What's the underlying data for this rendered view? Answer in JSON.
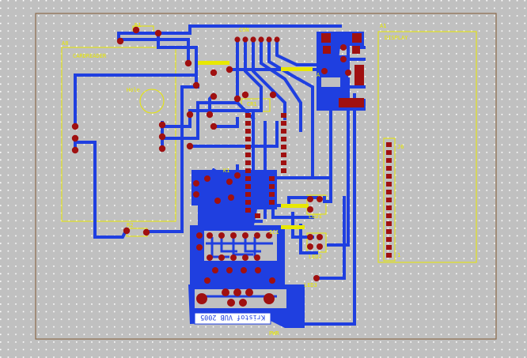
{
  "app": {
    "description_hidden": false
  },
  "colors": {
    "background": "#c0c0c0",
    "grid_dot": "#ffffff",
    "board_outline": "#8b6a4a",
    "copper": "#1f3fe0",
    "pad": "#a01010",
    "silkscreen": "#e8e800",
    "label_box": "#ffffff"
  },
  "labels": {
    "cardreader_ref": "A8",
    "cardreader_name": "CARDREADER",
    "hole": "Hole",
    "display_ref": "A1",
    "display_name": "DISPLAY",
    "j1_ref": "J6",
    "resistor_top": "R1",
    "resistor_bottom": "R2",
    "connector_top": "CON",
    "ic_label": "IC1",
    "crystal": "CR1",
    "mid_label": "K1",
    "j2_pin": "1",
    "led1": "LED1",
    "led2": "LED2",
    "led3": "LED3",
    "diode_a": "A",
    "plate_text": "Kristof VUB 2005",
    "bottom_ref": "PWR"
  }
}
